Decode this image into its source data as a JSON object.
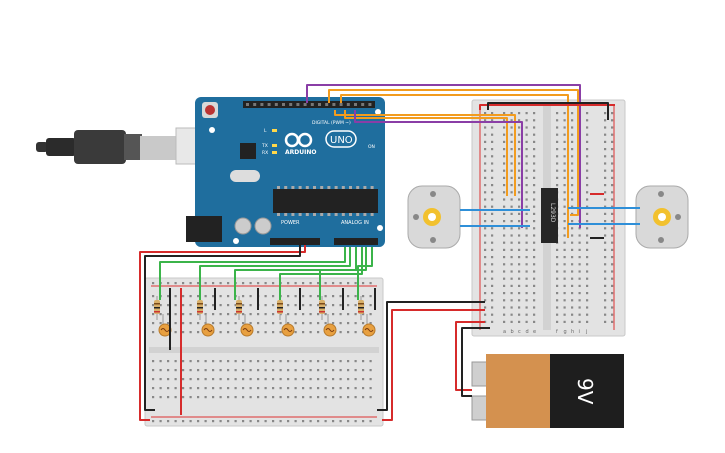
{
  "arduino": {
    "brand": "ARDUINO",
    "model": "UNO",
    "digital_label": "DIGITAL (PWM ~)",
    "power_label": "POWER",
    "analog_label": "ANALOG IN",
    "on_label": "ON",
    "tx_label": "TX",
    "rx_label": "RX",
    "l_label": "L",
    "color": "#1f6e9e"
  },
  "motor_driver": {
    "label": "L293D"
  },
  "battery": {
    "label": "9V",
    "color": "#d4914f"
  },
  "breadboard_main": {
    "cols": [
      "a",
      "b",
      "c",
      "d",
      "e",
      "f",
      "g",
      "h",
      "i",
      "j"
    ]
  },
  "wire_colors": {
    "orange": "#f29c1f",
    "purple": "#8a3ea6",
    "green": "#3bb44a",
    "red": "#d62b2b",
    "black": "#222222",
    "blue": "#2f8fd8"
  }
}
